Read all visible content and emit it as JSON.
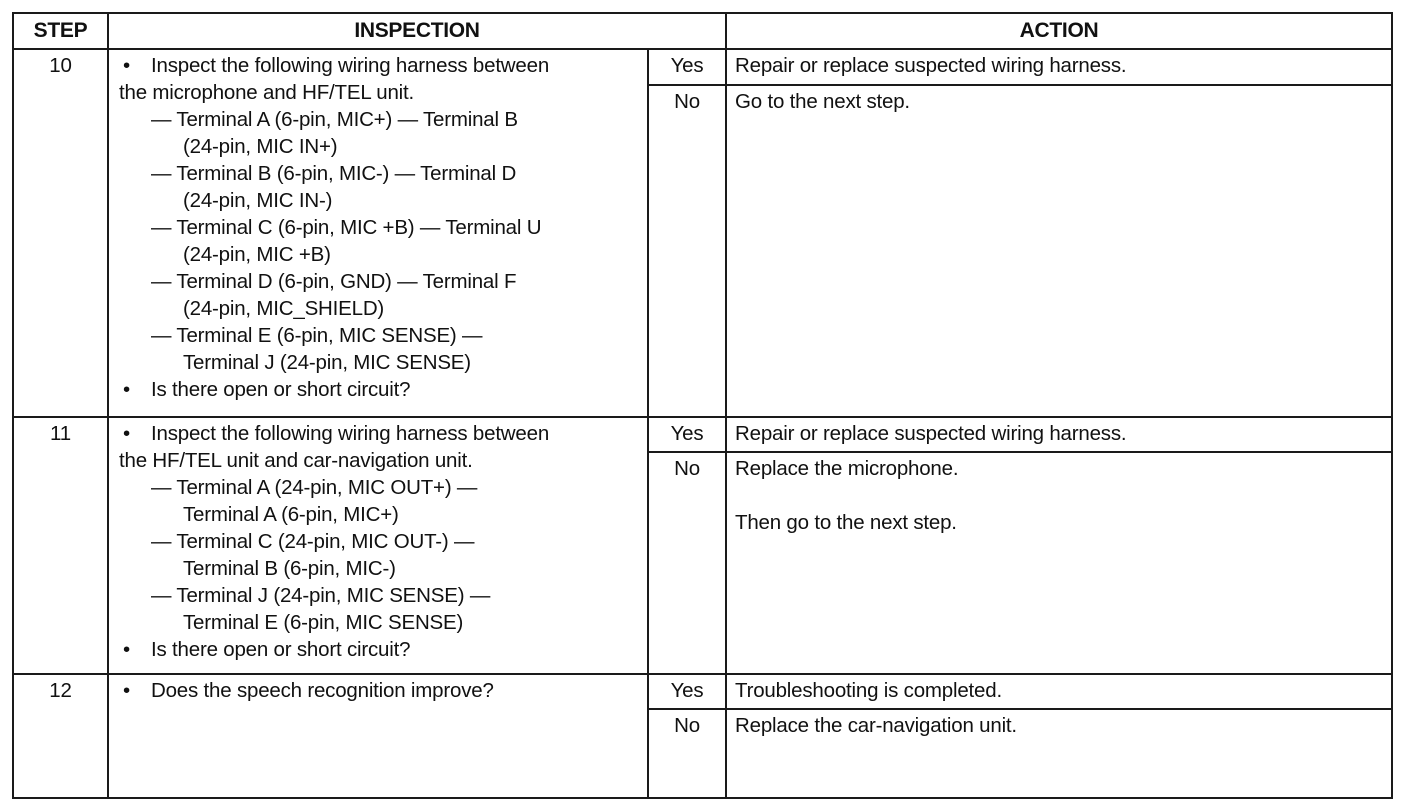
{
  "headers": {
    "step": "STEP",
    "inspection": "INSPECTION",
    "action": "ACTION"
  },
  "rows": [
    {
      "step": "10",
      "bullet_line1": "Inspect the following wiring harness between",
      "bullet_line2": "the microphone and HF/TEL unit.",
      "terms": [
        {
          "l1": "— Terminal A (6-pin, MIC+) — Terminal B",
          "l2": "(24-pin, MIC IN+)"
        },
        {
          "l1": "— Terminal B (6-pin, MIC-) — Terminal D",
          "l2": "(24-pin, MIC IN-)"
        },
        {
          "l1": "— Terminal C (6-pin, MIC +B) — Terminal U",
          "l2": "(24-pin, MIC +B)"
        },
        {
          "l1": "— Terminal D (6-pin, GND) — Terminal F",
          "l2": "(24-pin, MIC_SHIELD)"
        },
        {
          "l1": "— Terminal E (6-pin, MIC SENSE) —",
          "l2": "Terminal J (24-pin, MIC SENSE)"
        }
      ],
      "question": "Is there open or short circuit?",
      "yes": "Yes",
      "yes_action": "Repair or replace suspected wiring harness.",
      "no": "No",
      "no_action": "Go to the next step."
    },
    {
      "step": "11",
      "bullet_line1": "Inspect the following wiring harness between",
      "bullet_line2": "the HF/TEL unit and car-navigation unit.",
      "terms": [
        {
          "l1": "— Terminal A (24-pin, MIC OUT+) —",
          "l2": "Terminal A (6-pin, MIC+)"
        },
        {
          "l1": "— Terminal C (24-pin, MIC OUT-) —",
          "l2": "Terminal B (6-pin, MIC-)"
        },
        {
          "l1": "— Terminal J (24-pin, MIC SENSE) —",
          "l2": "Terminal E (6-pin, MIC SENSE)"
        }
      ],
      "question": "Is there open or short circuit?",
      "yes": "Yes",
      "yes_action": "Repair or replace suspected wiring harness.",
      "no": "No",
      "no_action_1": "Replace the microphone.",
      "no_action_2": "Then go to the next step."
    },
    {
      "step": "12",
      "question": "Does the speech recognition improve?",
      "yes": "Yes",
      "yes_action": "Troubleshooting is completed.",
      "no": "No",
      "no_action": "Replace the car-navigation unit."
    }
  ]
}
